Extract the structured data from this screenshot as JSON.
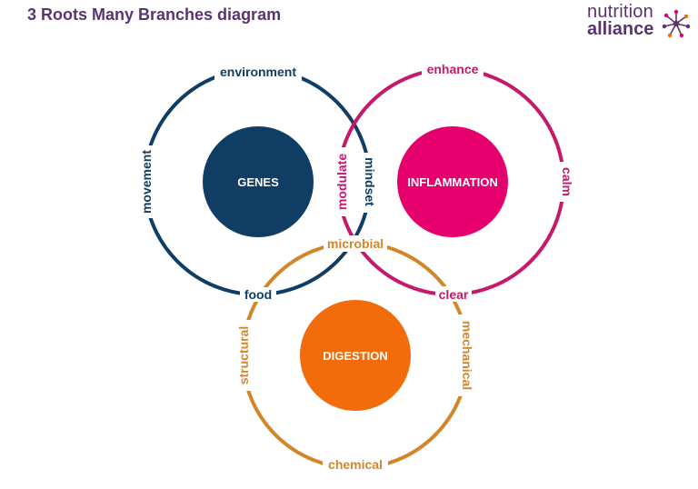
{
  "title": "3 Roots Many Branches diagram",
  "logo": {
    "line1": "nutrition",
    "line2": "alliance",
    "icon": "network-star-icon"
  },
  "colors": {
    "title": "#5a3470",
    "genes": "#0f3d63",
    "inflammation": "#c51a6b",
    "inflammation_fill": "#e5006e",
    "digestion": "#d2862a",
    "digestion_fill": "#f26c0c"
  },
  "roots": [
    {
      "name": "GENES",
      "branches": [
        "environment",
        "mindset",
        "food",
        "movement"
      ]
    },
    {
      "name": "INFLAMMATION",
      "branches": [
        "enhance",
        "calm",
        "clear",
        "modulate"
      ]
    },
    {
      "name": "DIGESTION",
      "branches": [
        "microbial",
        "mechanical",
        "chemical",
        "structural"
      ]
    }
  ]
}
